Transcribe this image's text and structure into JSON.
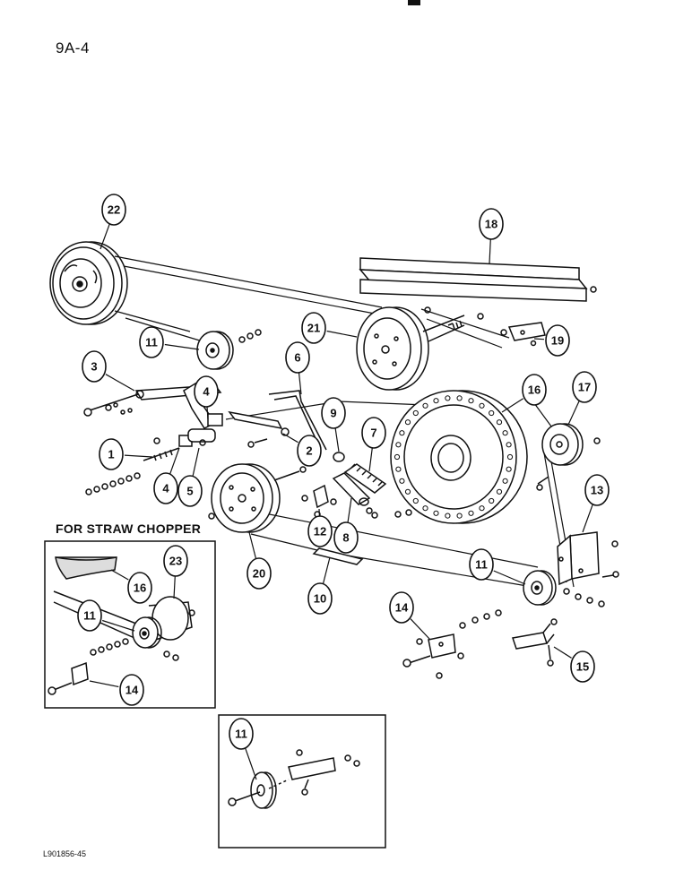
{
  "page": {
    "number": "9A-4",
    "figure_code": "L901856-45"
  },
  "inset": {
    "title": "FOR STRAW CHOPPER"
  },
  "callouts": [
    "1",
    "2",
    "3",
    "4",
    "4",
    "5",
    "6",
    "7",
    "8",
    "9",
    "10",
    "11",
    "11",
    "11",
    "11",
    "12",
    "13",
    "14",
    "14",
    "15",
    "16",
    "16",
    "17",
    "18",
    "19",
    "20",
    "21",
    "22",
    "23"
  ]
}
